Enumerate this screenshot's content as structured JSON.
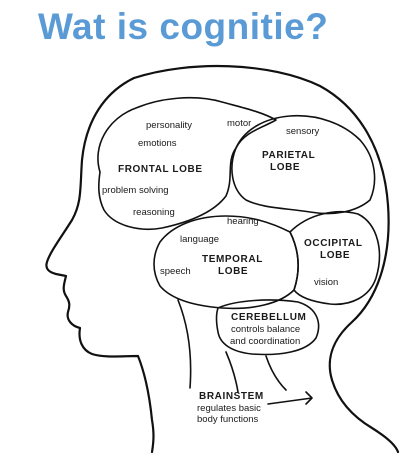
{
  "title": "Wat is cognitie?",
  "labels": {
    "personality": "personality",
    "motor": "motor",
    "emotions": "emotions",
    "sensory": "sensory",
    "frontal_lobe": "FRONTAL LOBE",
    "parietal_line1": "PARIETAL",
    "parietal_line2": "LOBE",
    "problem_solving": "problem solving",
    "reasoning": "reasoning",
    "hearing": "hearing",
    "language": "language",
    "occipital_line1": "OCCIPITAL",
    "occipital_line2": "LOBE",
    "temporal_line1": "TEMPORAL",
    "temporal_line2": "LOBE",
    "speech": "speech",
    "vision": "vision",
    "cerebellum": "CEREBELLUM",
    "cerebellum_desc1": "controls balance",
    "cerebellum_desc2": "and coordination",
    "brainstem": "BRAINSTEM",
    "brainstem_desc1": "regulates basic",
    "brainstem_desc2": "body functions"
  },
  "colors": {
    "title": "#5b9bd5",
    "lines": "#111111"
  }
}
